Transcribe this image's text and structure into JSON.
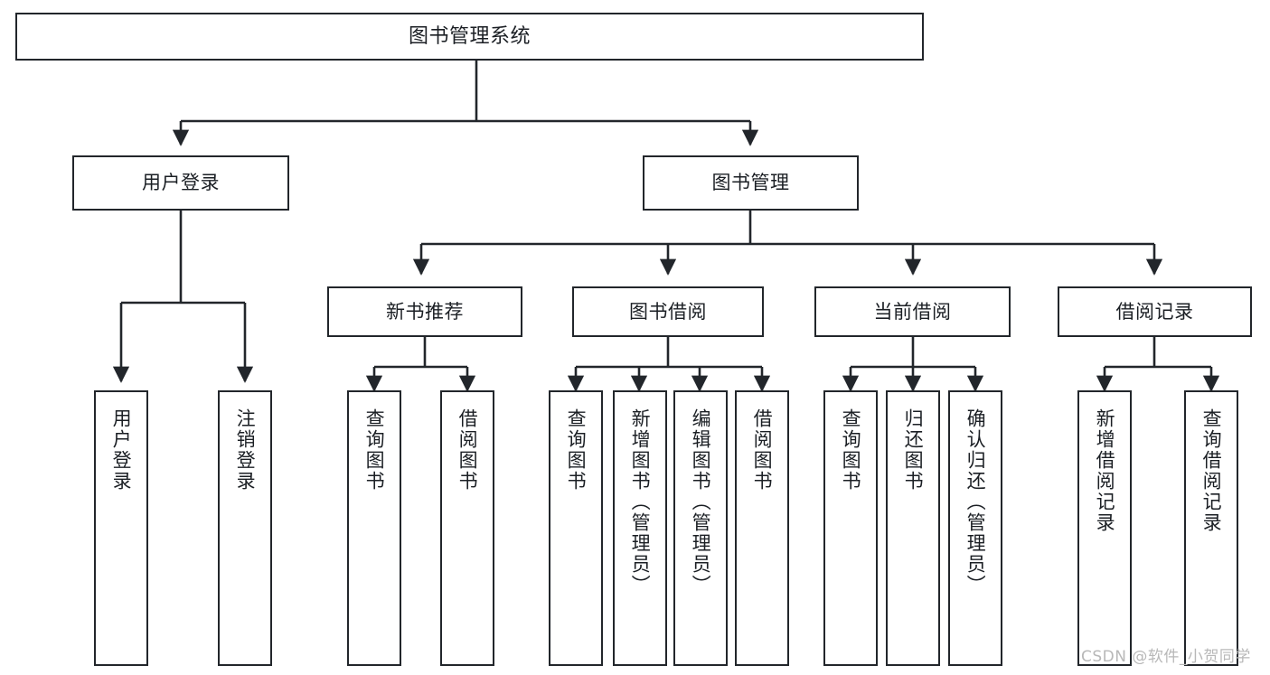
{
  "diagram": {
    "title": "图书管理系统",
    "watermark": "CSDN @软件_小贺同学",
    "colors": {
      "box_border": "#22262b",
      "box_fill": "#ffffff",
      "connector": "#22262b",
      "text": "#1b1f24",
      "watermark": "#b8b8b8"
    },
    "levels": {
      "root": {
        "label": "图书管理系统"
      },
      "level2": [
        {
          "label": "用户登录"
        },
        {
          "label": "图书管理"
        }
      ],
      "level3": [
        {
          "label": "新书推荐"
        },
        {
          "label": "图书借阅"
        },
        {
          "label": "当前借阅"
        },
        {
          "label": "借阅记录"
        }
      ],
      "leaves": {
        "user_login": [
          {
            "label": "用户登录"
          },
          {
            "label": "注销登录"
          }
        ],
        "new_book_recommend": [
          {
            "label": "查询图书"
          },
          {
            "label": "借阅图书"
          }
        ],
        "book_borrow": [
          {
            "label": "查询图书"
          },
          {
            "label": "新增图书（管理员）"
          },
          {
            "label": "编辑图书（管理员）"
          },
          {
            "label": "借阅图书"
          }
        ],
        "current_borrow": [
          {
            "label": "查询图书"
          },
          {
            "label": "归还图书"
          },
          {
            "label": "确认归还（管理员）"
          }
        ],
        "borrow_record": [
          {
            "label": "新增借阅记录"
          },
          {
            "label": "查询借阅记录"
          }
        ]
      }
    }
  }
}
